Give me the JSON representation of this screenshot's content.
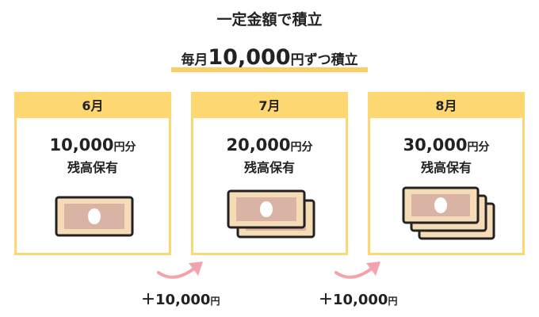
{
  "header": {
    "title": "一定金額で積立",
    "subtitle_prefix": "毎月",
    "subtitle_amount": "10,000",
    "subtitle_suffix": "円ずつ積立"
  },
  "cards": [
    {
      "month": "6月",
      "amount": "10,000",
      "unit": "円分",
      "status": "残高保有",
      "bill_count": 1
    },
    {
      "month": "7月",
      "amount": "20,000",
      "unit": "円分",
      "status": "残高保有",
      "bill_count": 2
    },
    {
      "month": "8月",
      "amount": "30,000",
      "unit": "円分",
      "status": "残高保有",
      "bill_count": 3
    }
  ],
  "increments": [
    {
      "amount": "＋10,000",
      "unit": "円"
    },
    {
      "amount": "＋10,000",
      "unit": "円"
    }
  ],
  "colors": {
    "accent_yellow": "#fdd772",
    "bill_fill": "#f5dcb6",
    "bill_inner": "#d9b4a4",
    "arrow_pink": "#f4a3ad"
  }
}
